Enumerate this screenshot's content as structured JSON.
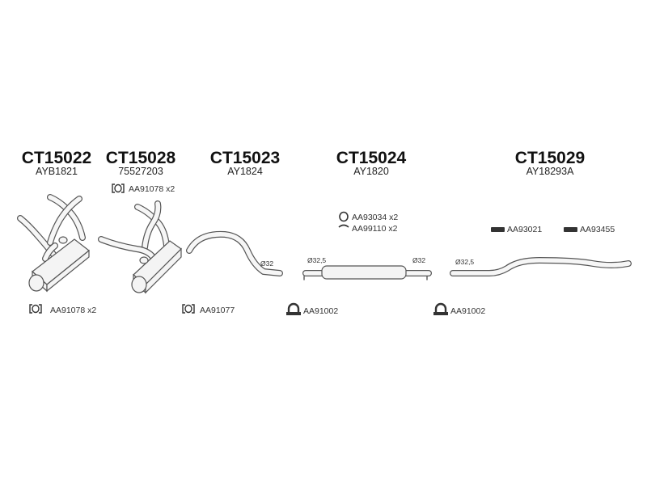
{
  "diagram": {
    "groups": [
      {
        "code": "CT15022",
        "part": "AYB1821"
      },
      {
        "code": "CT15028",
        "part": "75527203"
      },
      {
        "code": "CT15023",
        "part": "AY1824"
      },
      {
        "code": "CT15024",
        "part": "AY1820"
      },
      {
        "code": "CT15029",
        "part": "AY18293A"
      }
    ],
    "accessories": {
      "clamp_top_ct15028": "AA91078 x2",
      "ring_ct15024": "AA93034 x2",
      "hanger_ct15024": "AA99110 x2",
      "bracket_ct15029_a": "AA93021",
      "bracket_ct15029_b": "AA93455",
      "clamp_bottom_ct15022": "AA91078 x2",
      "clamp_bottom_ct15023": "AA91077",
      "u_clamp_ct15024": "AA91002",
      "u_clamp_ct15029": "AA91002"
    },
    "dimensions": {
      "ct15023_outlet": "Ø32",
      "ct15024_inlet": "Ø32,5",
      "ct15024_outlet": "Ø32",
      "ct15029_inlet": "Ø32,5"
    }
  }
}
